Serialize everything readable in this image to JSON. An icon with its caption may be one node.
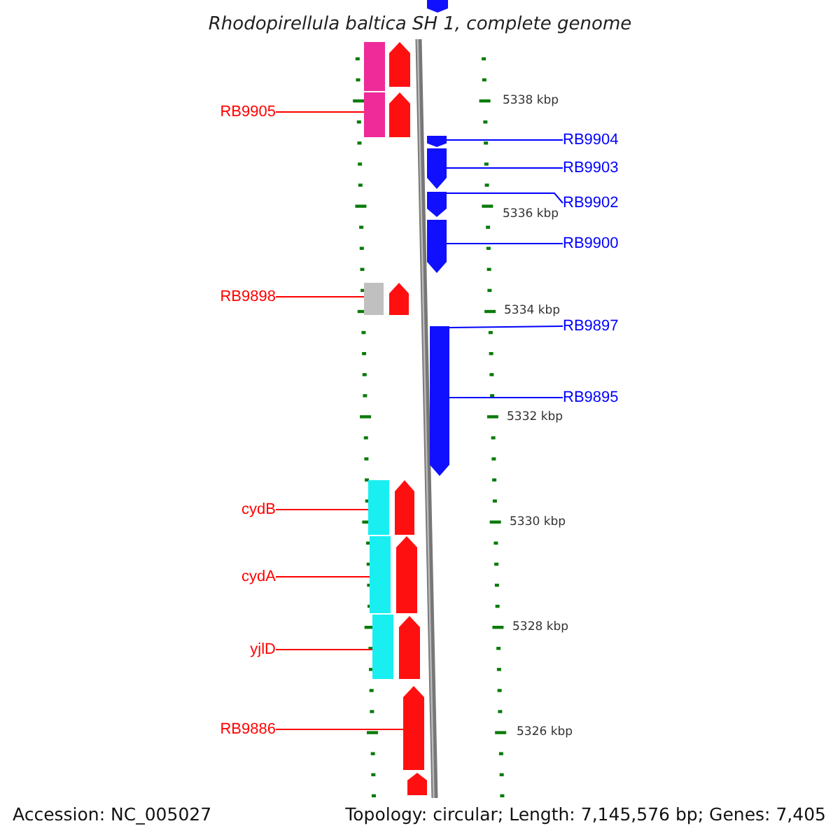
{
  "diagram": {
    "title": "Rhodopirellula baltica SH 1, complete genome",
    "nodes": [
      {
        "text": [
          "RB9905"
        ]
      },
      {
        "text": [
          "RB9904"
        ]
      },
      {
        "text": [
          "RB9903"
        ]
      },
      {
        "text": [
          "RB9902"
        ]
      },
      {
        "text": [
          "RB9900"
        ]
      },
      {
        "text": [
          "RB9898"
        ]
      },
      {
        "text": [
          "RB9897"
        ]
      },
      {
        "text": [
          "RB9895"
        ]
      },
      {
        "text": [
          "cydB"
        ]
      },
      {
        "text": [
          "cydA"
        ]
      },
      {
        "text": [
          "yjlD"
        ]
      },
      {
        "text": [
          "RB9886"
        ]
      },
      {
        "text": [],
        "shape": "pentagon"
      },
      {
        "text": [],
        "shape": "bar"
      },
      {
        "text": [],
        "shape": "pentagon"
      },
      {
        "text": [],
        "shape": "bar"
      },
      {
        "text": [],
        "shape": "pentagon"
      },
      {
        "text": [],
        "shape": "pentagon"
      },
      {
        "text": [],
        "shape": "pentagon"
      },
      {
        "text": [],
        "shape": "pentagon"
      },
      {
        "text": [],
        "shape": "pentagon"
      },
      {
        "text": [],
        "shape": "bar"
      },
      {
        "text": [],
        "shape": "pentagon"
      },
      {
        "text": [],
        "shape": "pentagon"
      },
      {
        "text": [],
        "shape": "bar"
      },
      {
        "text": [],
        "shape": "pentagon"
      },
      {
        "text": [],
        "shape": "bar"
      },
      {
        "text": [],
        "shape": "pentagon"
      },
      {
        "text": [],
        "shape": "bar"
      },
      {
        "text": [],
        "shape": "pentagon"
      },
      {
        "text": [],
        "shape": "pentagon"
      },
      {
        "text": [],
        "shape": "pentagon"
      }
    ],
    "edges": [
      {
        "from": 0,
        "to": 15,
        "arrow": "none",
        "color": "#ff0000"
      },
      {
        "from": 1,
        "to": 17,
        "arrow": "none",
        "color": "#0000ff"
      },
      {
        "from": 2,
        "to": 18,
        "arrow": "none",
        "color": "#0000ff"
      },
      {
        "from": 3,
        "to": 19,
        "arrow": "none",
        "color": "#0000ff"
      },
      {
        "from": 4,
        "to": 20,
        "arrow": "none",
        "color": "#0000ff"
      },
      {
        "from": 5,
        "to": 21,
        "arrow": "none",
        "color": "#ff0000"
      },
      {
        "from": 6,
        "to": 23,
        "arrow": "none",
        "color": "#0000ff"
      },
      {
        "from": 7,
        "to": 23,
        "arrow": "none",
        "color": "#0000ff"
      },
      {
        "from": 8,
        "to": 24,
        "arrow": "none",
        "color": "#ff0000"
      },
      {
        "from": 9,
        "to": 26,
        "arrow": "none",
        "color": "#ff0000"
      },
      {
        "from": 10,
        "to": 28,
        "arrow": "none",
        "color": "#ff0000"
      },
      {
        "from": 11,
        "to": 30,
        "arrow": "none",
        "color": "#ff0000"
      }
    ],
    "labels": [
      "5338 kbp",
      "5336 kbp",
      "5334 kbp",
      "5332 kbp",
      "5330 kbp",
      "5328 kbp",
      "5326 kbp",
      "Accession: NC_005027",
      "Topology: circular; Length: 7,145,576 bp; Genes: 7,405"
    ]
  }
}
